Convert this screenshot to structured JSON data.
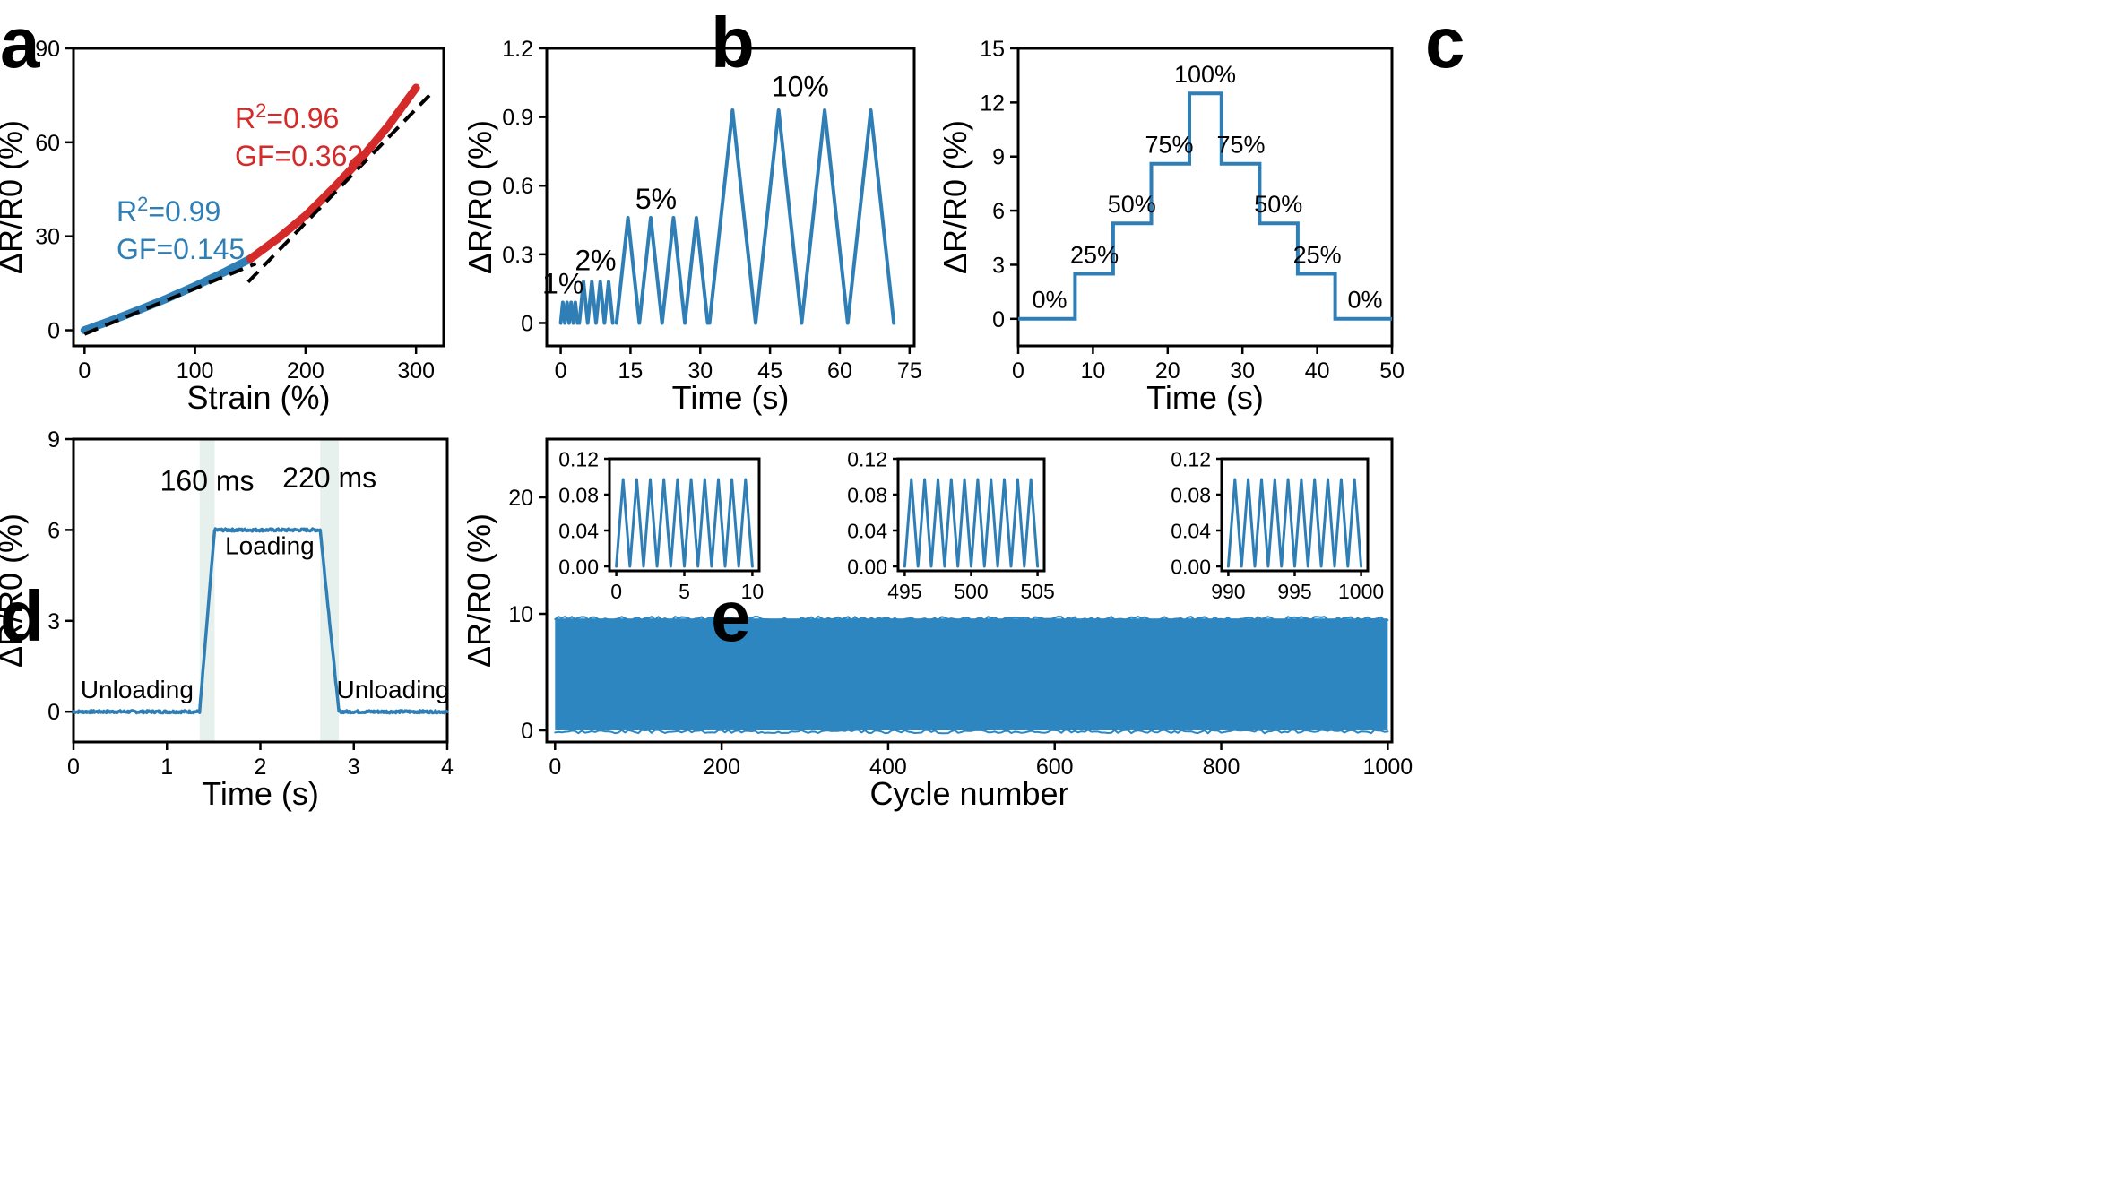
{
  "colors": {
    "blue": "#2f7fb6",
    "red": "#d42a2a",
    "fill_blue": "#2e86c0",
    "highlight": "#e6f1ee",
    "black": "#000000"
  },
  "panels": {
    "a": {
      "letter": "a"
    },
    "b": {
      "letter": "b"
    },
    "c": {
      "letter": "c"
    },
    "d": {
      "letter": "d"
    },
    "e": {
      "letter": "e"
    }
  },
  "chart_data": [
    {
      "panel": "a",
      "type": "line",
      "xlabel": "Strain (%)",
      "ylabel": "ΔR/R0 (%)",
      "xlim": [
        -10,
        325
      ],
      "ylim": [
        -5,
        90
      ],
      "xticks": [
        0,
        100,
        200,
        300
      ],
      "yticks": [
        0,
        30,
        60,
        90
      ],
      "series": [
        {
          "color": "#2f7fb6",
          "x": [
            0,
            25,
            50,
            75,
            100,
            125,
            150
          ],
          "y": [
            0,
            3.2,
            6.6,
            10.2,
            14.1,
            18.3,
            22.8
          ]
        },
        {
          "color": "#d42a2a",
          "x": [
            150,
            175,
            200,
            225,
            250,
            275,
            300
          ],
          "y": [
            22.8,
            29.3,
            36.6,
            45.3,
            54.7,
            65.3,
            77.4
          ]
        }
      ],
      "fits": [
        {
          "x": [
            0,
            155
          ],
          "y": [
            -1.2,
            21.3
          ]
        },
        {
          "x": [
            148,
            312
          ],
          "y": [
            15.4,
            75.0
          ]
        }
      ],
      "annotations": [
        {
          "color": "#d42a2a",
          "r2_prefix": "R",
          "r2_sup": "2",
          "r2_value": "=0.96",
          "gf": "GF=0.362"
        },
        {
          "color": "#2f7fb6",
          "r2_prefix": "R",
          "r2_sup": "2",
          "r2_value": "=0.99",
          "gf": "GF=0.145"
        }
      ]
    },
    {
      "panel": "b",
      "type": "line",
      "xlabel": "Time (s)",
      "ylabel": "ΔR/R0 (%)",
      "xlim": [
        -3,
        76
      ],
      "ylim": [
        -0.1,
        1.2
      ],
      "xticks": [
        0,
        15,
        30,
        45,
        60,
        75
      ],
      "yticks": [
        0.0,
        0.3,
        0.6,
        0.9,
        1.2
      ],
      "cycles": [
        {
          "start": 0,
          "period": 0.9,
          "count": 4,
          "peak": 0.09
        },
        {
          "start": 4,
          "period": 1.8,
          "count": 4,
          "peak": 0.18
        },
        {
          "start": 12,
          "period": 4.9,
          "count": 4,
          "peak": 0.46
        },
        {
          "start": 32,
          "period": 9.9,
          "count": 4,
          "peak": 0.93
        }
      ],
      "labels": [
        {
          "text": "1%",
          "x": 0.5,
          "y": 0.13
        },
        {
          "text": "2%",
          "x": 7.5,
          "y": 0.23
        },
        {
          "text": "5%",
          "x": 20.5,
          "y": 0.5
        },
        {
          "text": "10%",
          "x": 51.5,
          "y": 0.99
        }
      ]
    },
    {
      "panel": "c",
      "type": "line",
      "xlabel": "Time (s)",
      "ylabel": "ΔR/R0 (%)",
      "xlim": [
        0,
        50
      ],
      "ylim": [
        -1.5,
        15
      ],
      "xticks": [
        0,
        10,
        20,
        30,
        40,
        50
      ],
      "yticks": [
        0,
        3,
        6,
        9,
        12,
        15
      ],
      "x": [
        0,
        7.6,
        7.6,
        12.7,
        12.7,
        17.8,
        17.8,
        22.9,
        22.9,
        27.2,
        27.2,
        32.3,
        32.3,
        37.4,
        37.4,
        42.4,
        42.4,
        50
      ],
      "y": [
        0,
        0,
        2.5,
        2.5,
        5.3,
        5.3,
        8.6,
        8.6,
        12.5,
        12.5,
        8.6,
        8.6,
        5.3,
        5.3,
        2.5,
        2.5,
        0,
        0
      ],
      "labels": [
        {
          "text": "0%",
          "x": 4.2,
          "y": 0.6
        },
        {
          "text": "25%",
          "x": 10.2,
          "y": 3.1
        },
        {
          "text": "50%",
          "x": 15.2,
          "y": 5.9
        },
        {
          "text": "75%",
          "x": 20.2,
          "y": 9.2
        },
        {
          "text": "100%",
          "x": 25.0,
          "y": 13.1
        },
        {
          "text": "75%",
          "x": 29.8,
          "y": 9.2
        },
        {
          "text": "50%",
          "x": 34.8,
          "y": 5.9
        },
        {
          "text": "25%",
          "x": 40.0,
          "y": 3.1
        },
        {
          "text": "0%",
          "x": 46.4,
          "y": 0.6
        }
      ]
    },
    {
      "panel": "d",
      "type": "line",
      "xlabel": "Time (s)",
      "ylabel": "ΔR/R0 (%)",
      "xlim": [
        0,
        4
      ],
      "ylim": [
        -1,
        9
      ],
      "xticks": [
        0,
        1,
        2,
        3,
        4
      ],
      "yticks": [
        0,
        3,
        6,
        9
      ],
      "x": [
        0,
        1.35,
        1.51,
        2.64,
        2.84,
        4
      ],
      "y": [
        0,
        0,
        6.0,
        6.0,
        0,
        0
      ],
      "highlights": [
        {
          "x0": 1.35,
          "x1": 1.51
        },
        {
          "x0": 2.64,
          "x1": 2.84
        }
      ],
      "labels": [
        {
          "text": "160 ms",
          "x": 1.43,
          "y": 7.3,
          "size": "large"
        },
        {
          "text": "220 ms",
          "x": 2.74,
          "y": 7.4,
          "size": "large"
        },
        {
          "text": "Loading",
          "x": 2.1,
          "y": 5.2,
          "size": "small"
        },
        {
          "text": "Unloading",
          "x": 0.68,
          "y": 0.45,
          "size": "small"
        },
        {
          "text": "Unloading",
          "x": 3.42,
          "y": 0.45,
          "size": "small"
        }
      ]
    },
    {
      "panel": "e",
      "type": "area",
      "xlabel": "Cycle number",
      "ylabel": "ΔR/R0 (%)",
      "xlim": [
        -10,
        1005
      ],
      "ylim": [
        -1,
        25
      ],
      "xticks": [
        0,
        200,
        400,
        600,
        800,
        1000
      ],
      "yticks": [
        0,
        10,
        20
      ],
      "band": {
        "x0": 0,
        "x1": 1000,
        "y0": 0,
        "y1": 9.6
      },
      "insets": [
        {
          "xlim": [
            -0.5,
            10.5
          ],
          "ylim": [
            -0.005,
            0.12
          ],
          "xticks": [
            0,
            5,
            10
          ],
          "yticks": [
            "0.00",
            "0.04",
            "0.08",
            "0.12"
          ],
          "start": 0,
          "period": 1,
          "count": 10,
          "peak": 0.097
        },
        {
          "xlim": [
            494.5,
            505.5
          ],
          "ylim": [
            -0.005,
            0.12
          ],
          "xticks": [
            495,
            500,
            505
          ],
          "yticks": [
            "0.00",
            "0.04",
            "0.08",
            "0.12"
          ],
          "start": 495,
          "period": 1,
          "count": 10,
          "peak": 0.097
        },
        {
          "xlim": [
            989.5,
            1000.5
          ],
          "ylim": [
            -0.005,
            0.12
          ],
          "xticks": [
            990,
            995,
            1000
          ],
          "yticks": [
            "0.00",
            "0.04",
            "0.08",
            "0.12"
          ],
          "start": 990,
          "period": 1,
          "count": 10,
          "peak": 0.097
        }
      ]
    }
  ]
}
